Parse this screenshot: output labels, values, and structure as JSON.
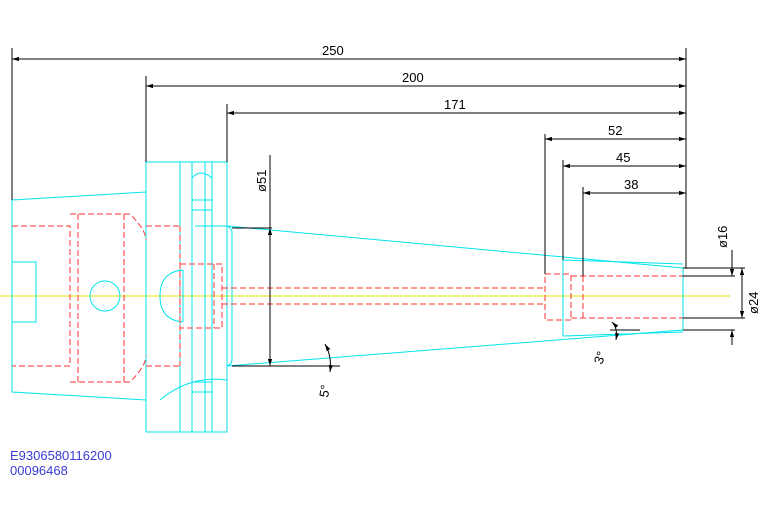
{
  "dimensions": {
    "overall_length": "250",
    "length_200": "200",
    "length_171": "171",
    "length_52": "52",
    "length_45": "45",
    "length_38": "38",
    "diameter_51": "ø51",
    "diameter_16": "ø16",
    "diameter_24": "ø24",
    "angle_5": "5°",
    "angle_3": "3°"
  },
  "part_codes": {
    "code_1": "E9306580116200",
    "code_2": "00096468"
  },
  "colors": {
    "outline": "#00e5ee",
    "hidden": "#ff3333",
    "center": "#e6e600",
    "dimension": "#000000",
    "code_text": "#3b3bd6"
  }
}
